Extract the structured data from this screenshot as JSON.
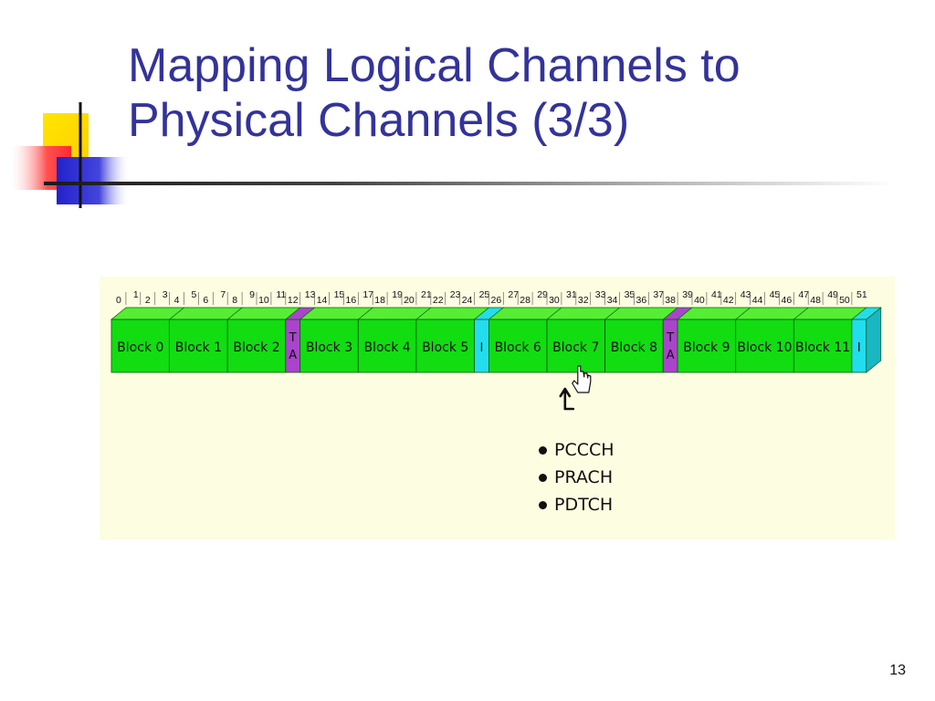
{
  "slide": {
    "title_line1": "Mapping Logical Channels to",
    "title_line2": "Physical Channels (3/3)",
    "page_number": "13"
  },
  "colors": {
    "title": "#33339a",
    "block": "#11dd11",
    "block_top": "#55ee33",
    "timing_advance": "#aa44cc",
    "idle": "#22ddee",
    "panel": "#fdfde1"
  },
  "frames": [
    "0",
    "1",
    "2",
    "3",
    "4",
    "5",
    "6",
    "7",
    "8",
    "9",
    "10",
    "11",
    "12",
    "13",
    "14",
    "15",
    "16",
    "17",
    "18",
    "19",
    "20",
    "21",
    "22",
    "23",
    "24",
    "25",
    "26",
    "27",
    "28",
    "29",
    "30",
    "31",
    "32",
    "33",
    "34",
    "35",
    "36",
    "37",
    "38",
    "39",
    "40",
    "41",
    "42",
    "43",
    "44",
    "45",
    "46",
    "47",
    "48",
    "49",
    "50",
    "51"
  ],
  "segments": [
    {
      "kind": "block",
      "label": "Block 0",
      "span": 4
    },
    {
      "kind": "block",
      "label": "Block 1",
      "span": 4
    },
    {
      "kind": "block",
      "label": "Block 2",
      "span": 4
    },
    {
      "kind": "ta",
      "label_top": "T",
      "label_bottom": "A",
      "span": 1
    },
    {
      "kind": "block",
      "label": "Block 3",
      "span": 4
    },
    {
      "kind": "block",
      "label": "Block 4",
      "span": 4
    },
    {
      "kind": "block",
      "label": "Block 5",
      "span": 4
    },
    {
      "kind": "idle",
      "label": "I",
      "span": 1
    },
    {
      "kind": "block",
      "label": "Block 6",
      "span": 4
    },
    {
      "kind": "block",
      "label": "Block 7",
      "span": 4
    },
    {
      "kind": "block",
      "label": "Block 8",
      "span": 4
    },
    {
      "kind": "ta",
      "label_top": "T",
      "label_bottom": "A",
      "span": 1
    },
    {
      "kind": "block",
      "label": "Block 9",
      "span": 4
    },
    {
      "kind": "block",
      "label": "Block 10",
      "span": 4
    },
    {
      "kind": "block",
      "label": "Block 11",
      "span": 4
    },
    {
      "kind": "idle",
      "label": "I",
      "span": 1
    }
  ],
  "pointer": {
    "segment_index": 9,
    "icon": "hand-pointer-icon"
  },
  "legend": [
    "PCCCH",
    "PRACH",
    "PDTCH"
  ]
}
